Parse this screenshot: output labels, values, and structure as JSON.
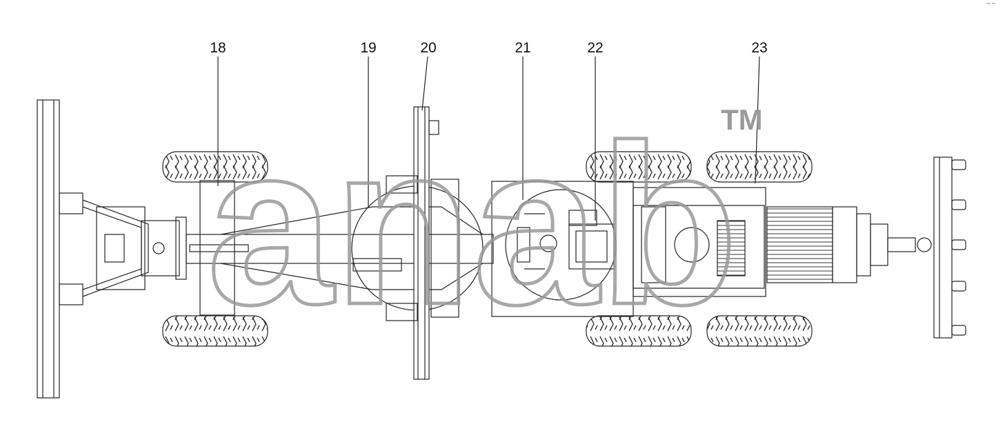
{
  "diagram": {
    "callouts": [
      "18",
      "19",
      "20",
      "21",
      "22",
      "23"
    ],
    "watermark": {
      "text": "anab",
      "mark": "TM"
    },
    "corner_mark": "°° °°"
  },
  "colors": {
    "line": "#222222",
    "watermark": "#999999",
    "background": "#ffffff"
  }
}
